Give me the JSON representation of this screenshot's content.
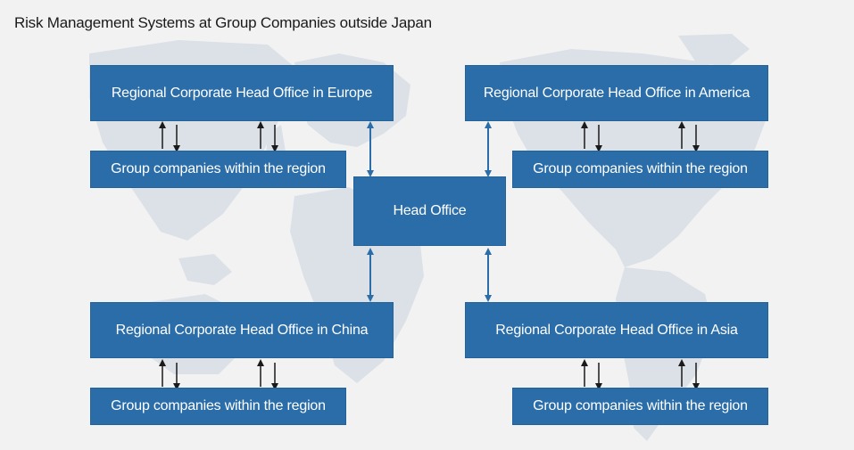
{
  "title": "Risk Management Systems at Group Companies outside Japan",
  "head_office": "Head Office",
  "regions": {
    "europe": {
      "office": "Regional Corporate Head Office in Europe",
      "group": "Group companies within the region"
    },
    "america": {
      "office": "Regional Corporate Head Office in America",
      "group": "Group companies within the region"
    },
    "china": {
      "office": "Regional Corporate Head Office in China",
      "group": "Group companies within the region"
    },
    "asia": {
      "office": "Regional Corporate Head Office in Asia",
      "group": "Group companies within the region"
    }
  },
  "colors": {
    "box": "#2a6da8",
    "box_text": "#ffffff",
    "connector_blue": "#2a6da8",
    "connector_dark": "#1a1a1a",
    "map": "#d9dee6",
    "background": "#f2f2f2"
  }
}
